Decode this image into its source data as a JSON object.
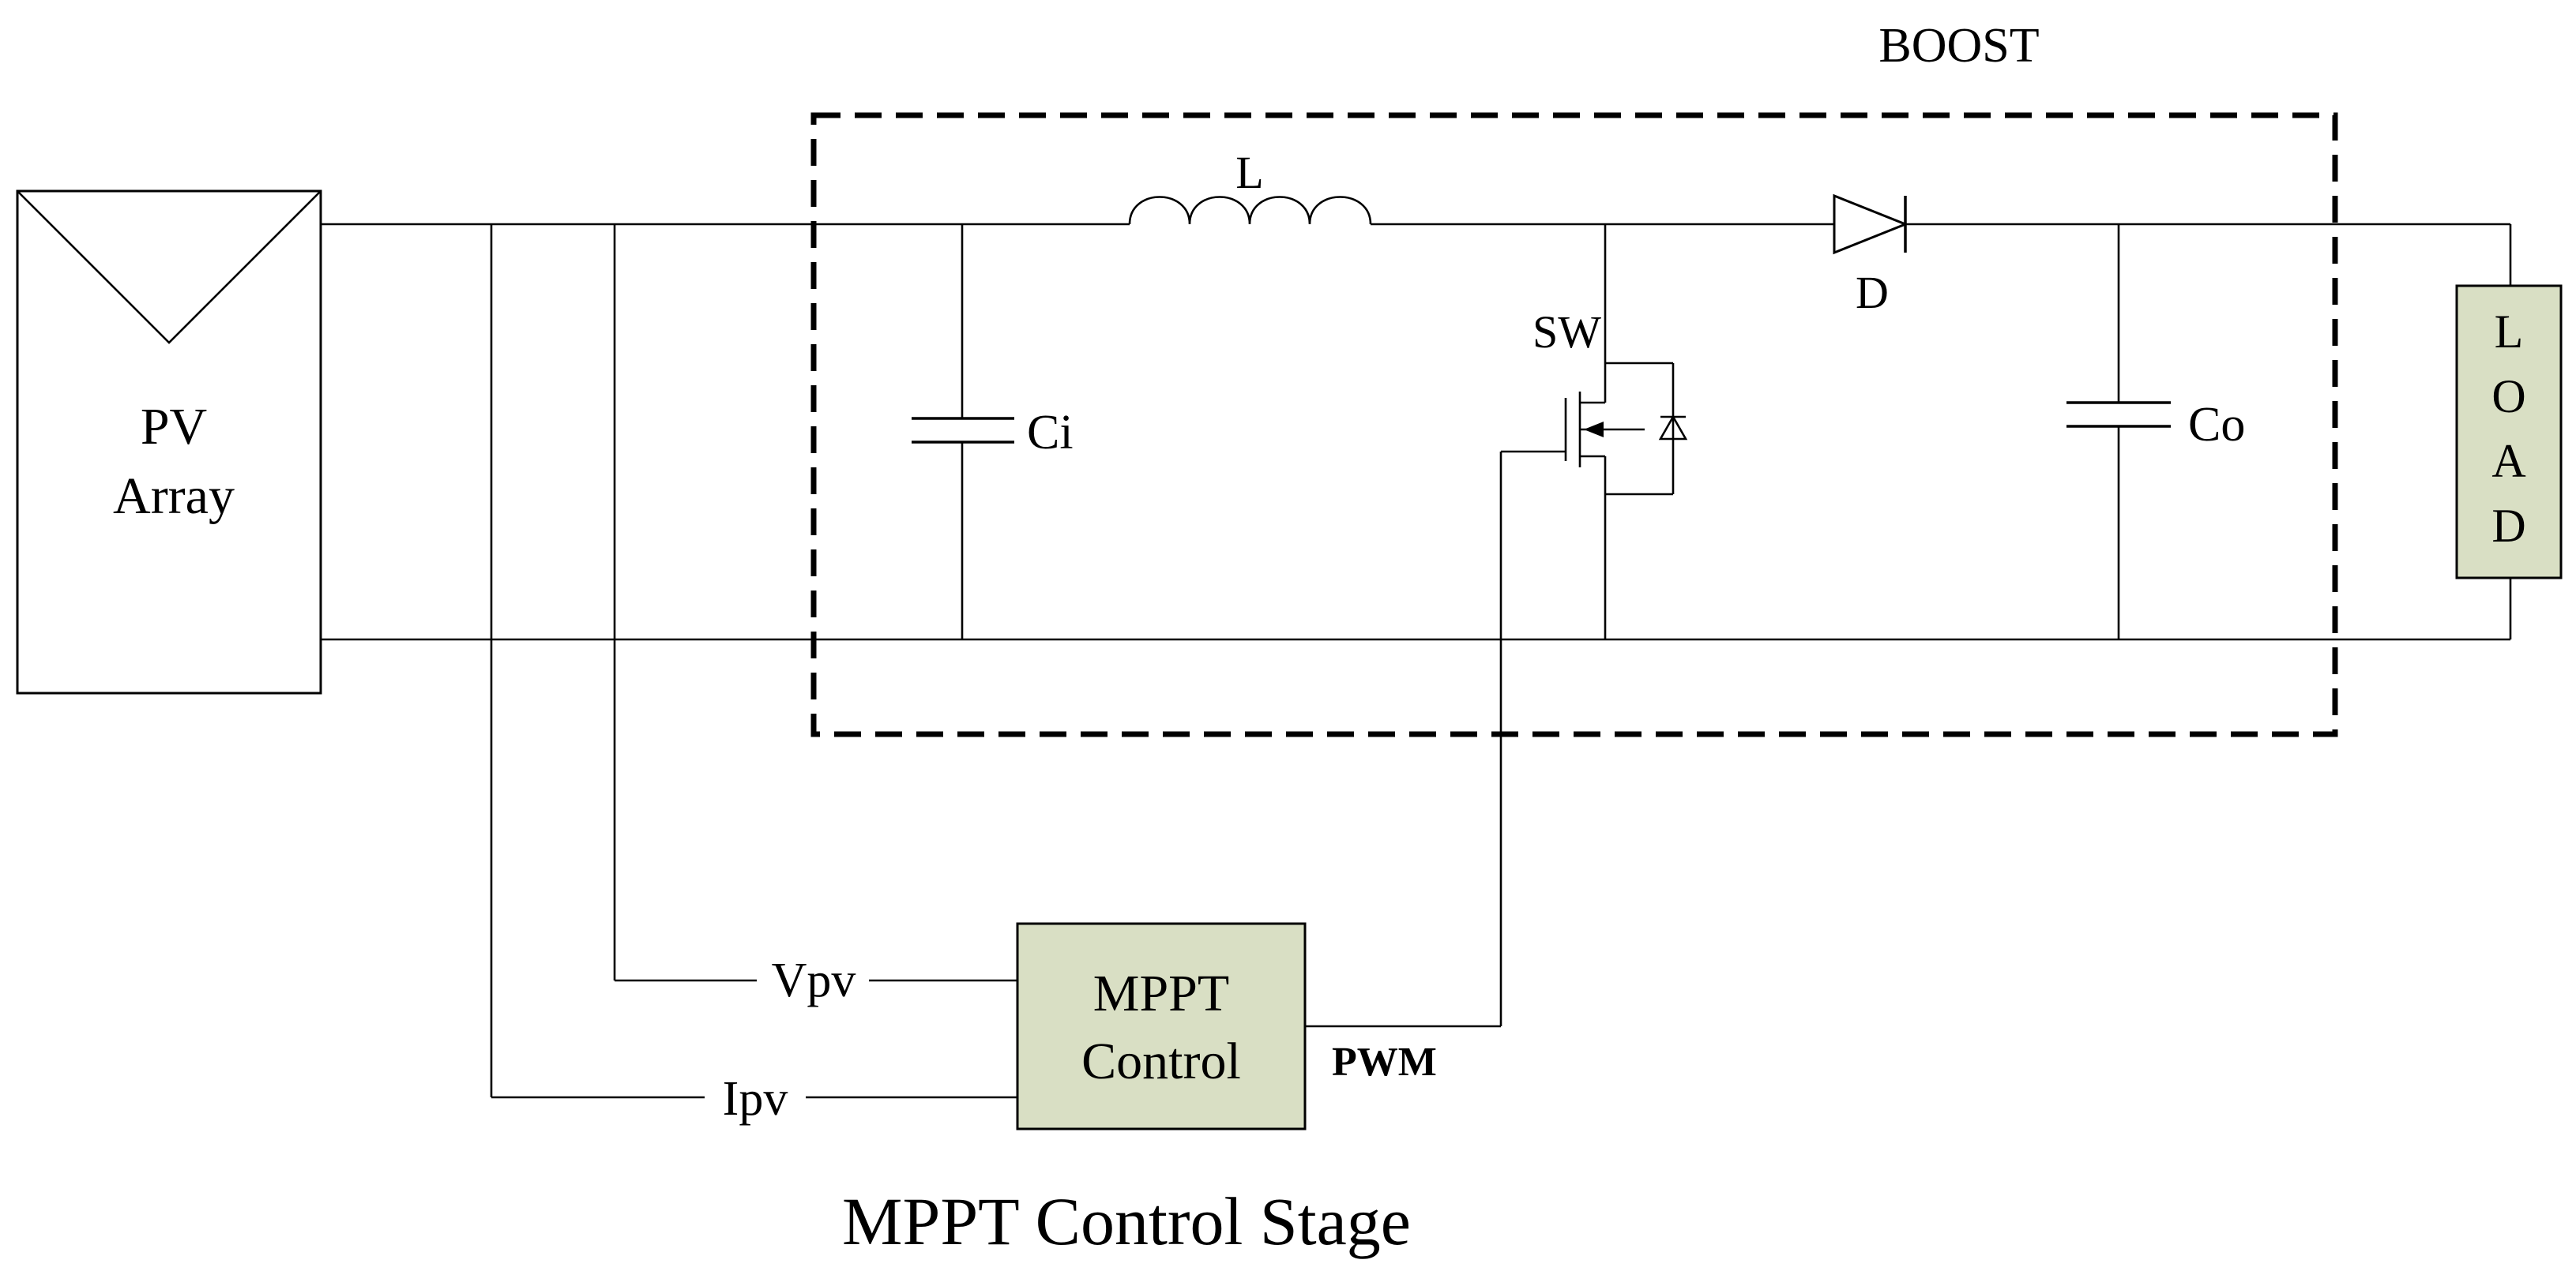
{
  "pv": {
    "line1": "PV",
    "line2": "Array"
  },
  "boost": {
    "title": "BOOST"
  },
  "components": {
    "inductor": "L",
    "input_capacitor": "Ci",
    "switch": "SW",
    "diode": "D",
    "output_capacitor": "Co"
  },
  "load": {
    "letters": [
      "L",
      "O",
      "A",
      "D"
    ]
  },
  "mppt": {
    "line1": "MPPT",
    "line2": "Control"
  },
  "signals": {
    "voltage": "Vpv",
    "current": "Ipv",
    "pwm": "PWM"
  },
  "caption": "MPPT Control Stage",
  "colors": {
    "block_fill": "#d9dfc4",
    "line": "#000000"
  }
}
